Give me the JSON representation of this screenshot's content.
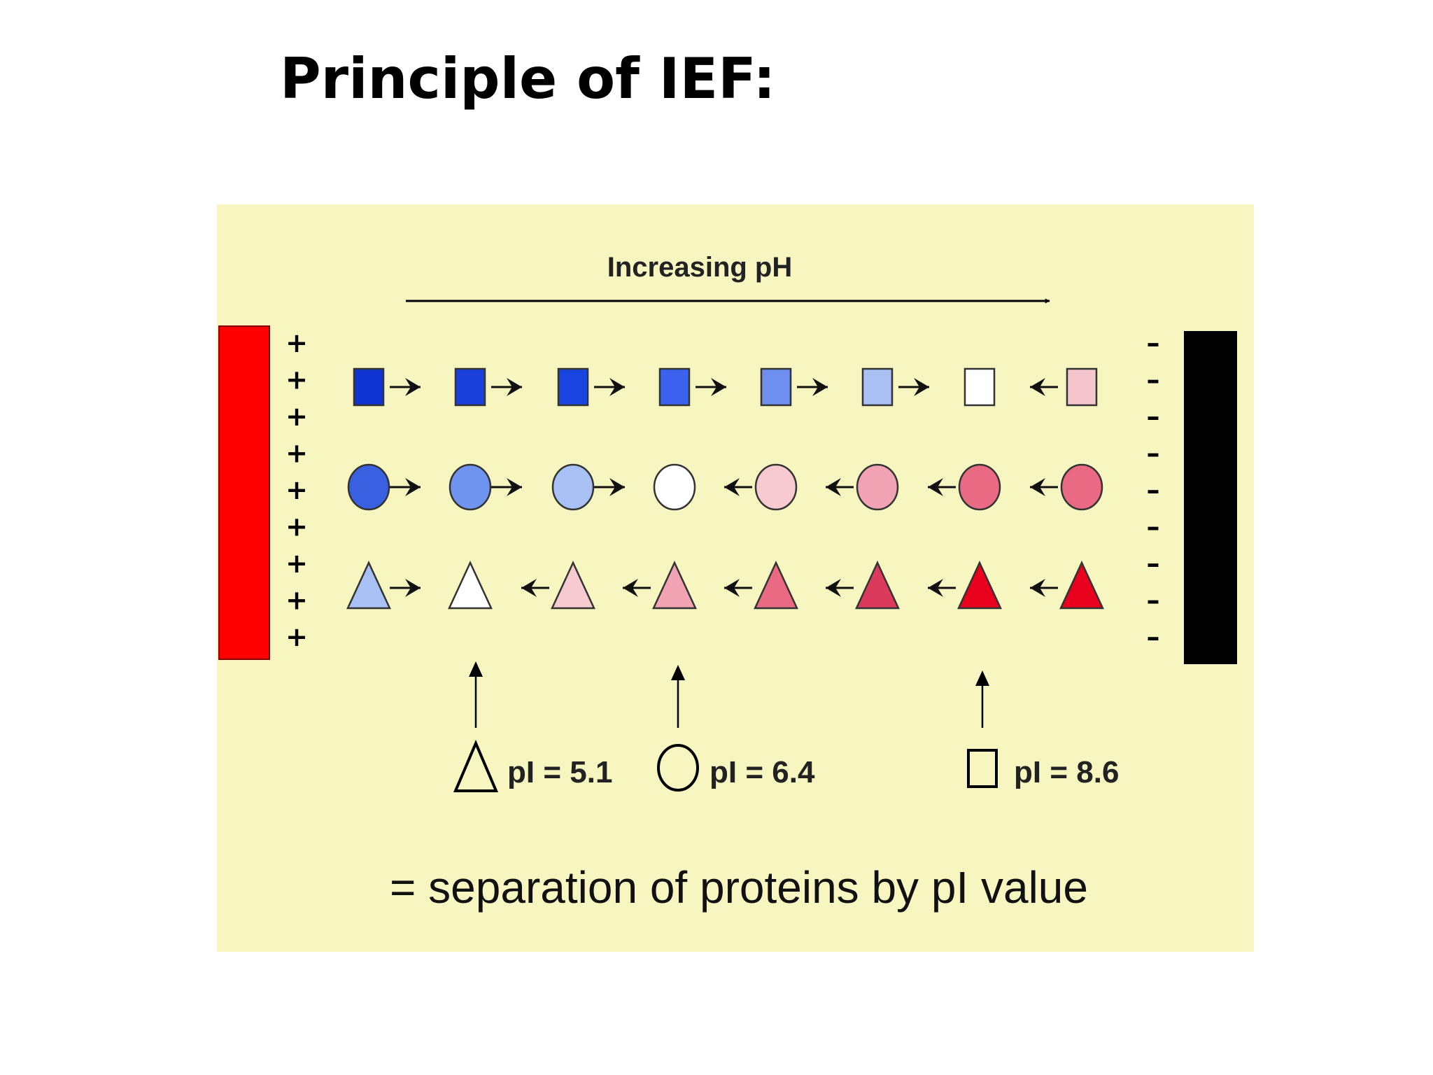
{
  "title": "Principle of IEF:",
  "diagram": {
    "ph_axis_label": "Increasing pH",
    "anode_symbol": "+",
    "cathode_symbol": "–",
    "legend": [
      {
        "shape": "triangle",
        "text": "pI = 5.1"
      },
      {
        "shape": "circle",
        "text": "pI = 6.4"
      },
      {
        "shape": "square",
        "text": "pI = 8.6"
      }
    ],
    "caption": "= separation of proteins by pI value",
    "colors": {
      "background": "#f7f5c0",
      "anode": "#ff0000",
      "cathode": "#000000",
      "positive_charge_blue": "#0033cc",
      "neutral": "#ffffff",
      "negative_charge_red": "#e8001c"
    },
    "rows": [
      {
        "shape": "square",
        "fills": [
          "#1034d2",
          "#1a40dc",
          "#1a44e0",
          "#3a62ee",
          "#6f8ff0",
          "#a9c0f4",
          "#ffffff",
          "#f6c6cf"
        ],
        "arrows": [
          "right",
          "right",
          "right",
          "right",
          "right",
          "right",
          "none",
          "left"
        ]
      },
      {
        "shape": "circle",
        "fills": [
          "#3a60e2",
          "#6f94f0",
          "#a9c0f4",
          "#ffffff",
          "#f7c9d1",
          "#f2a3b3",
          "#ea6a84",
          "#ea6a84"
        ],
        "arrows": [
          "right",
          "right",
          "right",
          "none",
          "left",
          "left",
          "left",
          "left"
        ]
      },
      {
        "shape": "triangle",
        "fills": [
          "#a9c0f4",
          "#ffffff",
          "#f7c9d1",
          "#f2a3b3",
          "#ea6a84",
          "#db3a5c",
          "#e8001c",
          "#e8001c"
        ],
        "arrows": [
          "right",
          "none",
          "left",
          "left",
          "left",
          "left",
          "left",
          "left"
        ]
      }
    ]
  }
}
